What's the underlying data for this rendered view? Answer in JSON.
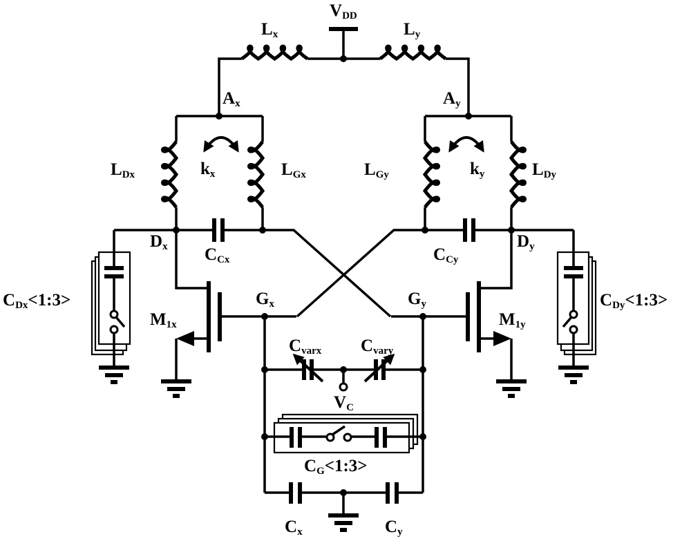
{
  "labels": {
    "vdd": {
      "main": "V",
      "sub": "DD"
    },
    "lx": {
      "main": "L",
      "sub": "x"
    },
    "ly": {
      "main": "L",
      "sub": "y"
    },
    "ax": {
      "main": "A",
      "sub": "x"
    },
    "ay": {
      "main": "A",
      "sub": "y"
    },
    "ldx": {
      "main": "L",
      "sub": "Dx"
    },
    "kx": {
      "main": "k",
      "sub": "x"
    },
    "lgx": {
      "main": "L",
      "sub": "Gx"
    },
    "lgy": {
      "main": "L",
      "sub": "Gy"
    },
    "ky": {
      "main": "k",
      "sub": "y"
    },
    "ldy": {
      "main": "L",
      "sub": "Dy"
    },
    "dx": {
      "main": "D",
      "sub": "x"
    },
    "dy": {
      "main": "D",
      "sub": "y"
    },
    "ccx": {
      "main": "C",
      "sub": "Cx"
    },
    "ccy": {
      "main": "C",
      "sub": "Cy"
    },
    "cdx": {
      "main": "C",
      "sub": "Dx",
      "suffix": "<1:3>"
    },
    "cdy": {
      "main": "C",
      "sub": "Dy",
      "suffix": "<1:3>"
    },
    "m1x": {
      "main": "M",
      "sub": "1x"
    },
    "m1y": {
      "main": "M",
      "sub": "1y"
    },
    "gx": {
      "main": "G",
      "sub": "x"
    },
    "gy": {
      "main": "G",
      "sub": "y"
    },
    "cvarx": {
      "main": "C",
      "sub": "varx"
    },
    "cvary": {
      "main": "C",
      "sub": "vary"
    },
    "vc": {
      "main": "V",
      "sub": "C"
    },
    "cg": {
      "main": "C",
      "sub": "G",
      "suffix": "<1:3>"
    },
    "cx": {
      "main": "C",
      "sub": "x"
    },
    "cy": {
      "main": "C",
      "sub": "y"
    }
  }
}
